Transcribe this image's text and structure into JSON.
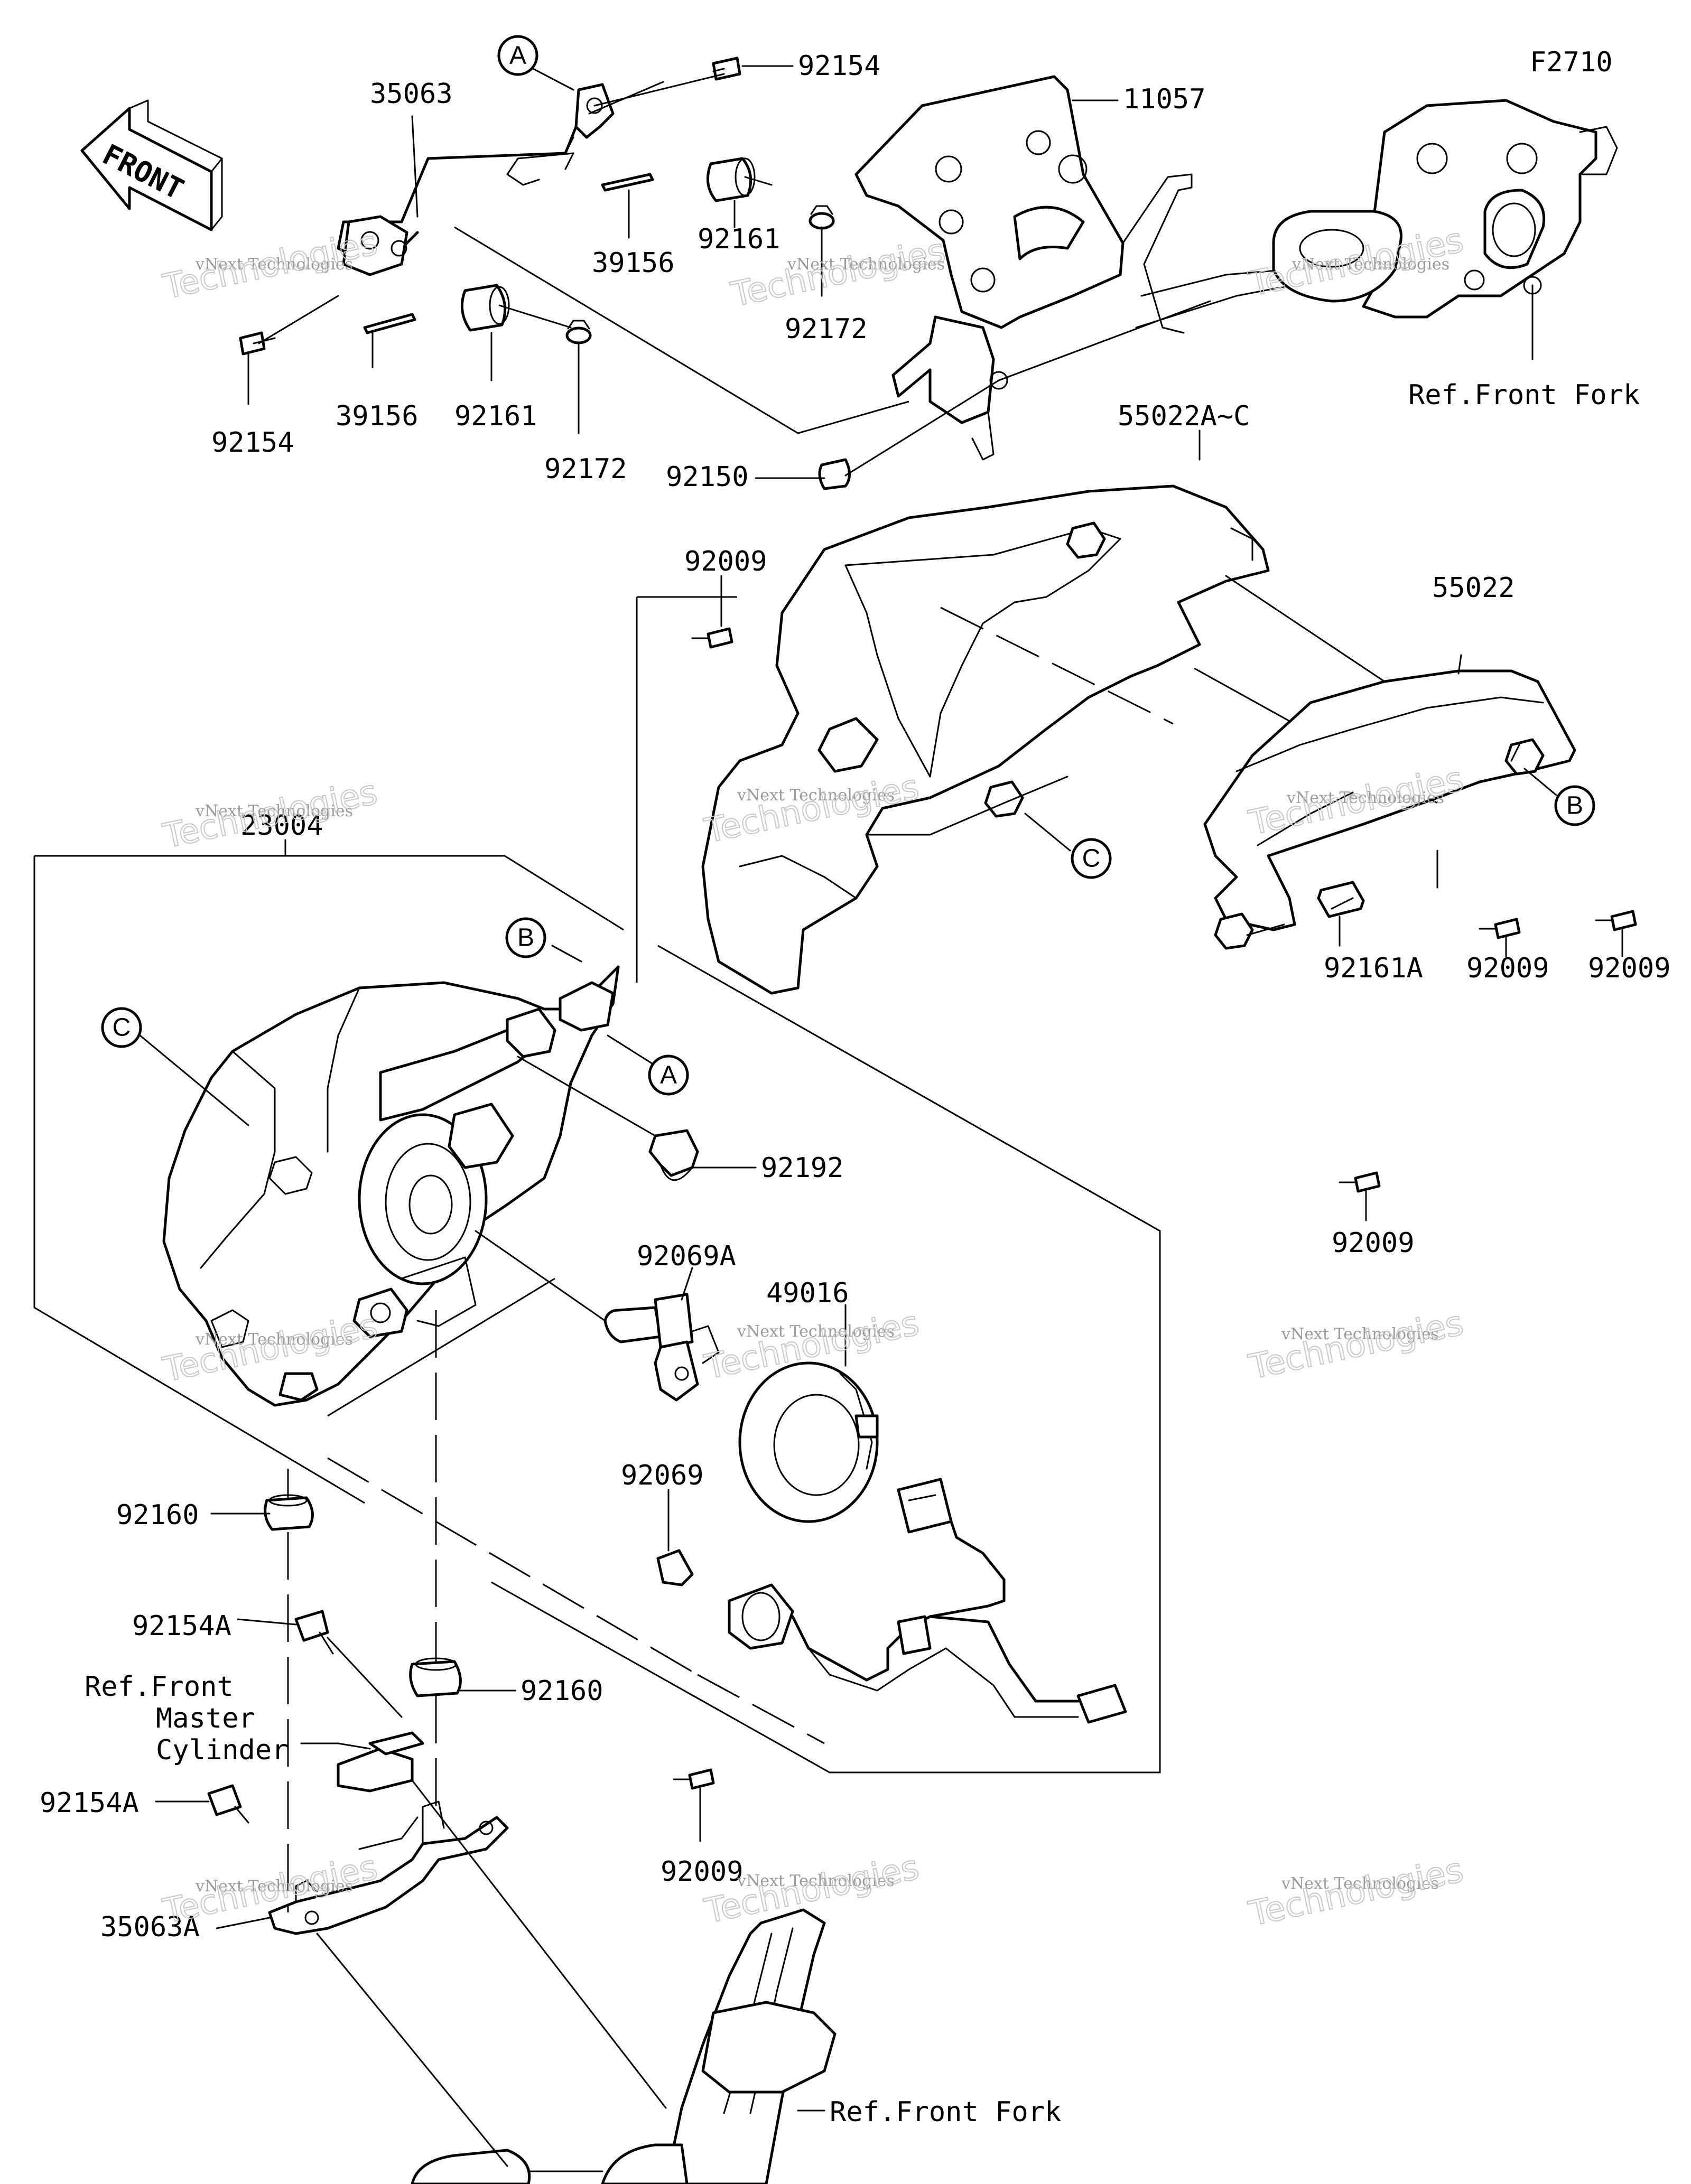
{
  "figure_code": "F2710",
  "front_sign": "FRONT",
  "watermark": {
    "line1": "vNext Technologies",
    "line2": "Technologies",
    "accent": "vNext"
  },
  "callouts": {
    "a_top": "A",
    "b_right": "B",
    "c_mid": "C",
    "b_left": "B",
    "c_left": "C",
    "a_left": "A"
  },
  "labels": {
    "p35063": "35063",
    "p92154_top": "92154",
    "p11057": "11057",
    "p39156_a": "39156",
    "p92161_a": "92161",
    "p92172_a": "92172",
    "p92154_left": "92154",
    "p39156_b": "39156",
    "p92161_b": "92161",
    "p92172_b": "92172",
    "p92150": "92150",
    "ref_front_fork_top": "Ref.Front Fork",
    "p55022a_c": "55022A~C",
    "p92009_top": "92009",
    "p55022": "55022",
    "p92161a": "92161A",
    "p92009_r1": "92009",
    "p92009_r2": "92009",
    "p92009_r3": "92009",
    "p23004": "23004",
    "p92192": "92192",
    "p92069a": "92069A",
    "p49016": "49016",
    "p92069": "92069",
    "p92160_a": "92160",
    "p92154a_a": "92154A",
    "p92160_b": "92160",
    "ref_master_l1": "Ref.Front",
    "ref_master_l2": "Master",
    "ref_master_l3": "Cylinder",
    "p92154a_b": "92154A",
    "p92009_bottom": "92009",
    "p35063a": "35063A",
    "ref_front_fork_bottom": "Ref.Front Fork"
  }
}
